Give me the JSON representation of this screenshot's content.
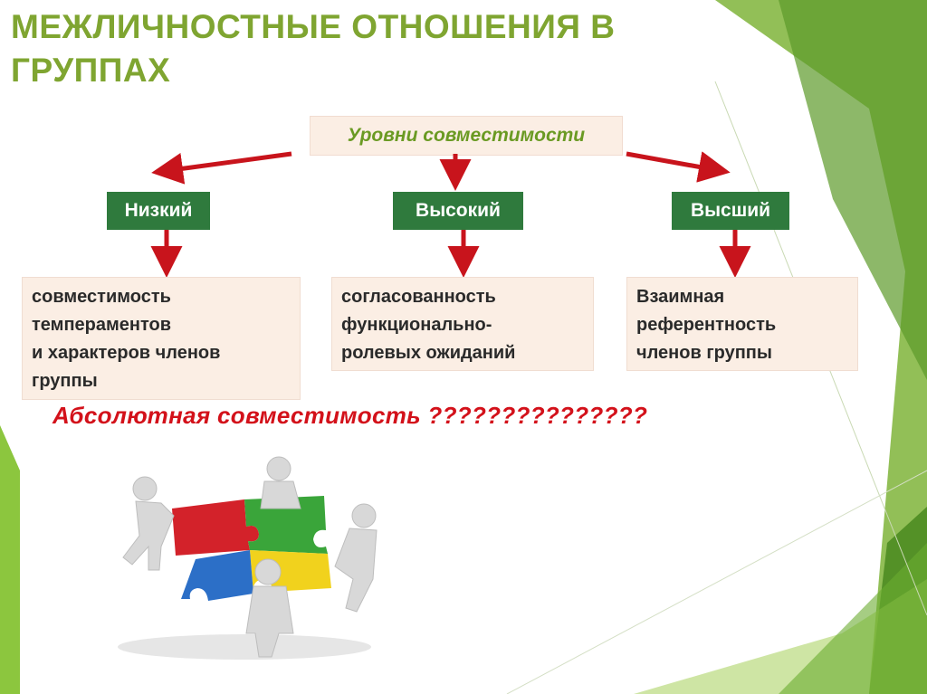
{
  "title": "МЕЖЛИЧНОСТНЫЕ ОТНОШЕНИЯ В ГРУППАХ",
  "root_label": "Уровни совместимости",
  "levels": [
    {
      "label": "Низкий",
      "lines": [
        "совместимость",
        "темпераментов",
        "и характеров членов",
        "группы"
      ]
    },
    {
      "label": "Высокий",
      "lines": [
        "согласованность",
        "функционально-",
        "ролевых ожиданий"
      ]
    },
    {
      "label": "Высший",
      "lines": [
        "Взаимная",
        "референтность",
        "членов группы"
      ]
    }
  ],
  "question": "Абсолютная  совместимость ???????????????",
  "illustration_icon": "puzzle-teamwork-figures",
  "colors": {
    "title": "#7fa531",
    "level_box": "#2f7a3d",
    "arrow": "#c8141c",
    "question": "#d3111a",
    "desc_bg": "#fbeee4",
    "accent_green": "#8cc63e"
  }
}
